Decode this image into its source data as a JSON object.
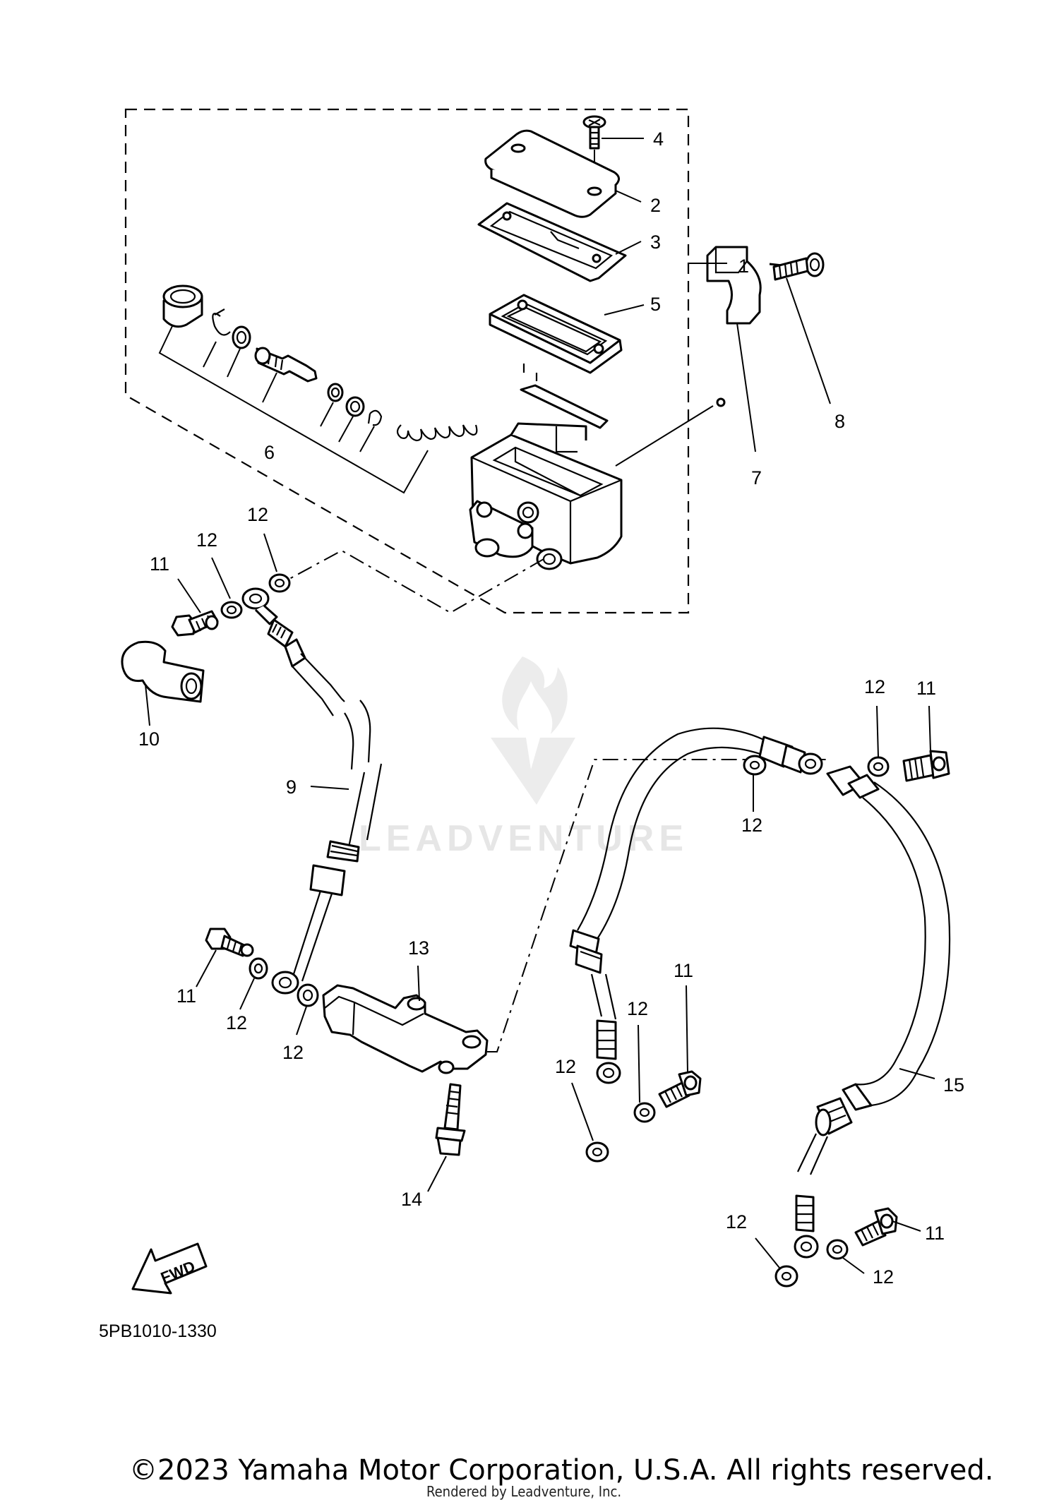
{
  "diagram": {
    "diagram_code": "5PB1010-1330",
    "fwd_label": "FWD",
    "watermark": "LEADVENTURE",
    "copyright": "©2023 Yamaha Motor Corporation, U.S.A. All rights reserved.",
    "rendered_by": "Rendered by Leadventure, Inc.",
    "callouts": {
      "c1": "1",
      "c2": "2",
      "c3": "3",
      "c4": "4",
      "c5": "5",
      "c6": "6",
      "c7": "7",
      "c8": "8",
      "c9": "9",
      "c10": "10",
      "c13": "13",
      "c14": "14",
      "c15": "15",
      "c11a": "11",
      "c11b": "11",
      "c11c": "11",
      "c11d": "11",
      "c11e": "11",
      "c12a": "12",
      "c12b": "12",
      "c12c": "12",
      "c12d": "12",
      "c12e": "12",
      "c12f": "12",
      "c12g": "12",
      "c12h": "12",
      "c12i": "12",
      "c12j": "12"
    }
  }
}
